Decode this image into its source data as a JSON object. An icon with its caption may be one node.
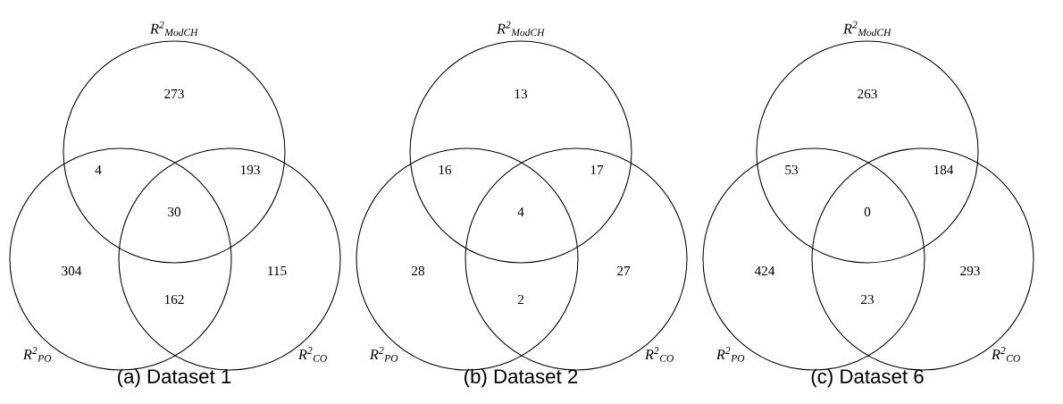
{
  "diagram": {
    "nodes": [
      {
        "text": [
          "R$^{2}$$_{ModCH}$"
        ]
      },
      {
        "text": [
          "R$^{2}$$_{PO}$"
        ]
      },
      {
        "text": [
          "R$^{2}$$_{CO}$"
        ]
      },
      {
        "text": [
          "R$^{2}$$_{ModCH}$"
        ]
      },
      {
        "text": [
          "R$^{2}$$_{PO}$"
        ]
      },
      {
        "text": [
          "R$^{2}$$_{CO}$"
        ]
      },
      {
        "text": [
          "R$^{2}$$_{ModCH}$"
        ]
      },
      {
        "text": [
          "R$^{2}$$_{PO}$"
        ]
      },
      {
        "text": [
          "R$^{2}$$_{CO}$"
        ]
      }
    ],
    "labels": [
      "273",
      "4",
      "193",
      "30",
      "304",
      "115",
      "162",
      "13",
      "16",
      "17",
      "4",
      "28",
      "27",
      "2",
      "263",
      "53",
      "184",
      "0",
      "424",
      "293",
      "23",
      "(a) Dataset 1",
      "(b) Dataset 2",
      "(c) Dataset 6"
    ]
  }
}
